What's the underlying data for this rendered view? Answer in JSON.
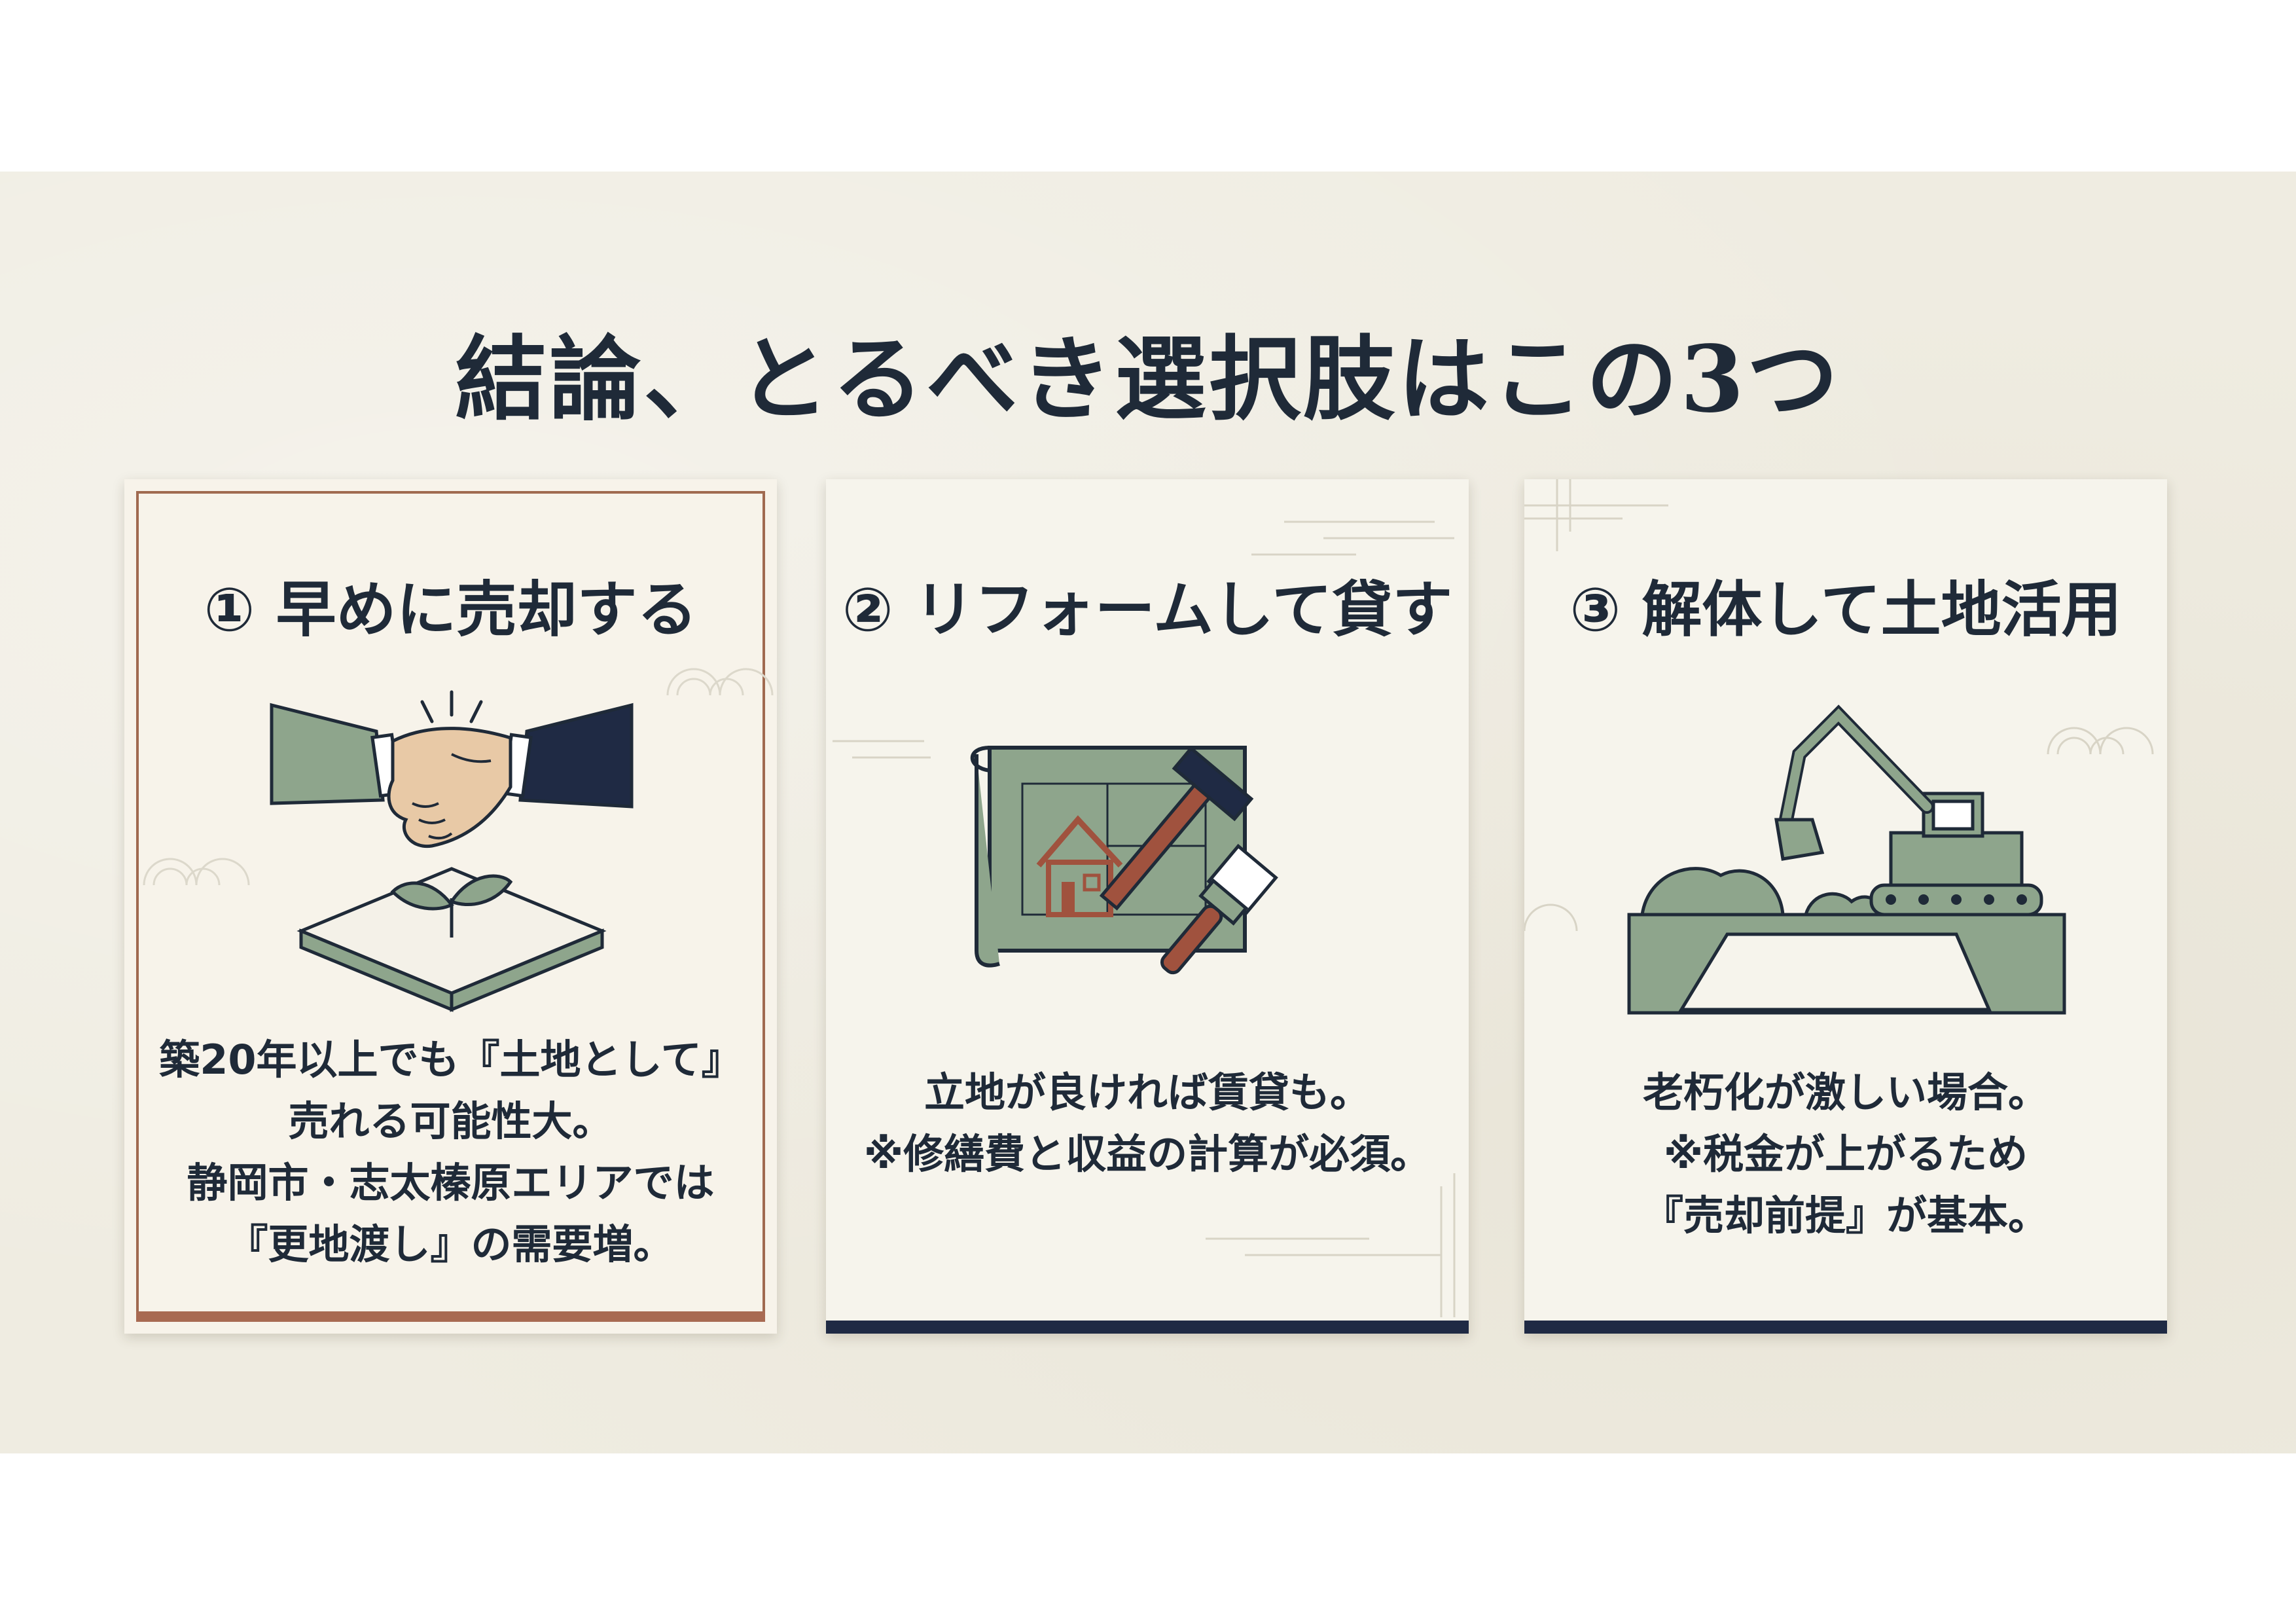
{
  "title": "結論、とるべき選択肢はこの3つ",
  "cards": [
    {
      "title": "① 早めに売却する",
      "lines": [
        "築20年以上でも『土地として』",
        "売れる可能性大。",
        "静岡市・志太榛原エリアでは",
        "『更地渡し』の需要増。"
      ],
      "icon": "handshake-sprout-icon"
    },
    {
      "title": "② リフォームして貸す",
      "lines": [
        "立地が良ければ賃貸も。",
        "※修繕費と収益の計算が必須。"
      ],
      "icon": "blueprint-hammer-brush-icon"
    },
    {
      "title": "③ 解体して土地活用",
      "lines": [
        "老朽化が激しい場合。",
        "※税金が上がるため",
        "『売却前提』が基本。"
      ],
      "icon": "excavator-land-icon"
    }
  ],
  "colors": {
    "navy": "#1f2a44",
    "sage": "#8ea58c",
    "brown": "#a06a50",
    "background": "#efece1"
  }
}
